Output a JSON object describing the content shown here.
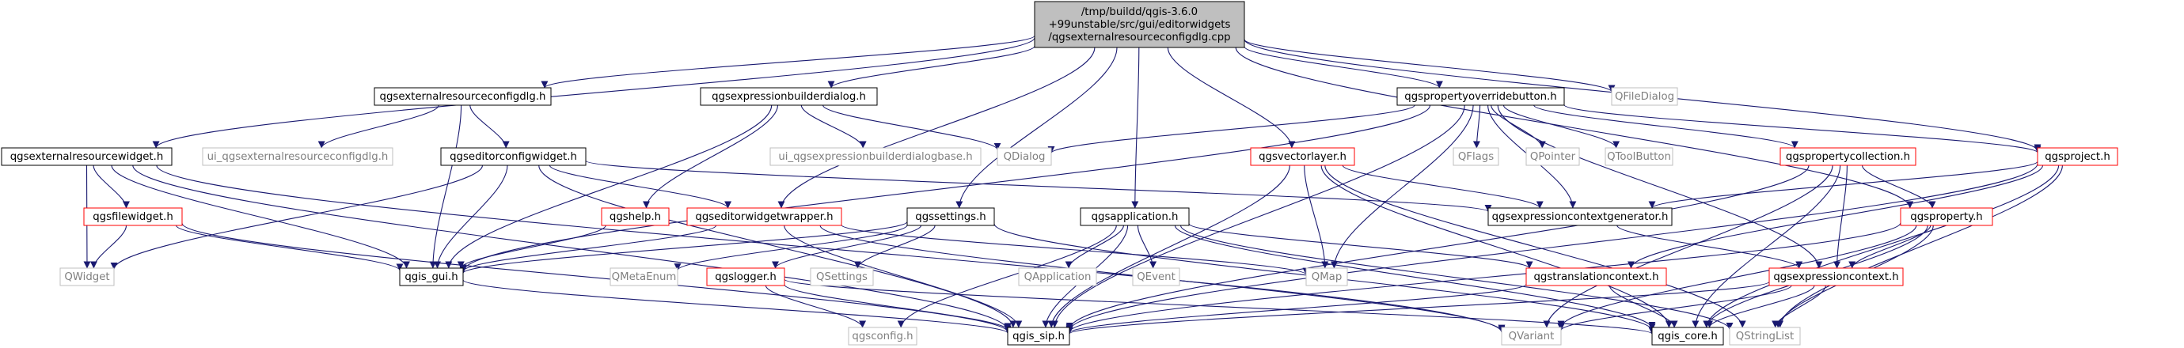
{
  "graph": {
    "colors": {
      "edge": "#191970",
      "node_default_border": "#000000",
      "node_external_border": "#bfbfbf",
      "node_missing_border": "#ff0000",
      "node_root_fill": "#bfbfbf",
      "node_fill": "#ffffff",
      "text_default": "#000000",
      "text_external": "#7f7f7f"
    },
    "nodes": [
      {
        "id": "root",
        "lines": [
          "/tmp/buildd/qgis-3.6.0",
          "+99unstable/src/gui/editorwidgets",
          "/qgsexternalresourceconfigdlg.cpp"
        ],
        "style": "root"
      },
      {
        "id": "ercd_h",
        "lines": [
          "qgsexternalresourceconfigdlg.h"
        ],
        "style": "default"
      },
      {
        "id": "ebd_h",
        "lines": [
          "qgsexpressionbuilderdialog.h"
        ],
        "style": "default"
      },
      {
        "id": "pob_h",
        "lines": [
          "qgspropertyoverridebutton.h"
        ],
        "style": "default"
      },
      {
        "id": "qfiledialog",
        "lines": [
          "QFileDialog"
        ],
        "style": "external"
      },
      {
        "id": "erw_h",
        "lines": [
          "qgsexternalresourcewidget.h"
        ],
        "style": "default"
      },
      {
        "id": "ui_ercd",
        "lines": [
          "ui_qgsexternalresourceconfigdlg.h"
        ],
        "style": "external"
      },
      {
        "id": "ecw_h",
        "lines": [
          "qgseditorconfigwidget.h"
        ],
        "style": "default"
      },
      {
        "id": "ui_ebd",
        "lines": [
          "ui_qgsexpressionbuilderdialogbase.h"
        ],
        "style": "external"
      },
      {
        "id": "qdialog",
        "lines": [
          "QDialog"
        ],
        "style": "external"
      },
      {
        "id": "qflags",
        "lines": [
          "QFlags"
        ],
        "style": "external"
      },
      {
        "id": "qpointer",
        "lines": [
          "QPointer"
        ],
        "style": "external"
      },
      {
        "id": "qtoolbutton",
        "lines": [
          "QToolButton"
        ],
        "style": "external"
      },
      {
        "id": "qgsvectorlayer",
        "lines": [
          "qgsvectorlayer.h"
        ],
        "style": "missing"
      },
      {
        "id": "propcoll",
        "lines": [
          "qgspropertycollection.h"
        ],
        "style": "missing"
      },
      {
        "id": "qgsproject",
        "lines": [
          "qgsproject.h"
        ],
        "style": "missing"
      },
      {
        "id": "filewidget",
        "lines": [
          "qgsfilewidget.h"
        ],
        "style": "missing"
      },
      {
        "id": "qgshelp",
        "lines": [
          "qgshelp.h"
        ],
        "style": "missing"
      },
      {
        "id": "ewrapper",
        "lines": [
          "qgseditorwidgetwrapper.h"
        ],
        "style": "missing"
      },
      {
        "id": "qgssettings",
        "lines": [
          "qgssettings.h"
        ],
        "style": "default"
      },
      {
        "id": "qgsapplication",
        "lines": [
          "qgsapplication.h"
        ],
        "style": "default"
      },
      {
        "id": "ecgen",
        "lines": [
          "qgsexpressioncontextgenerator.h"
        ],
        "style": "default"
      },
      {
        "id": "qgsproperty",
        "lines": [
          "qgsproperty.h"
        ],
        "style": "missing"
      },
      {
        "id": "qwidget",
        "lines": [
          "QWidget"
        ],
        "style": "external"
      },
      {
        "id": "qgis_gui",
        "lines": [
          "qgis_gui.h"
        ],
        "style": "default"
      },
      {
        "id": "qmetaenum",
        "lines": [
          "QMetaEnum"
        ],
        "style": "external"
      },
      {
        "id": "qgslogger",
        "lines": [
          "qgslogger.h"
        ],
        "style": "missing"
      },
      {
        "id": "qsettings",
        "lines": [
          "QSettings"
        ],
        "style": "external"
      },
      {
        "id": "qmap",
        "lines": [
          "QMap"
        ],
        "style": "external"
      },
      {
        "id": "qapplication",
        "lines": [
          "QApplication"
        ],
        "style": "external"
      },
      {
        "id": "qevent",
        "lines": [
          "QEvent"
        ],
        "style": "external"
      },
      {
        "id": "transctx",
        "lines": [
          "qgstranslationcontext.h"
        ],
        "style": "missing"
      },
      {
        "id": "exprctx",
        "lines": [
          "qgsexpressioncontext.h"
        ],
        "style": "missing"
      },
      {
        "id": "qgsconfig",
        "lines": [
          "qgsconfig.h"
        ],
        "style": "external"
      },
      {
        "id": "qgis_sip",
        "lines": [
          "qgis_sip.h"
        ],
        "style": "default"
      },
      {
        "id": "qvariant",
        "lines": [
          "QVariant"
        ],
        "style": "external"
      },
      {
        "id": "qgis_core",
        "lines": [
          "qgis_core.h"
        ],
        "style": "default"
      },
      {
        "id": "qstringlist",
        "lines": [
          "QStringList"
        ],
        "style": "external"
      }
    ],
    "edges": [
      [
        "root",
        "ercd_h"
      ],
      [
        "root",
        "ebd_h"
      ],
      [
        "root",
        "pob_h"
      ],
      [
        "root",
        "qfiledialog"
      ],
      [
        "root",
        "erw_h"
      ],
      [
        "root",
        "ewrapper"
      ],
      [
        "root",
        "qgssettings"
      ],
      [
        "root",
        "qgsapplication"
      ],
      [
        "root",
        "qgsvectorlayer"
      ],
      [
        "root",
        "qgsproject"
      ],
      [
        "root",
        "qgsproperty"
      ],
      [
        "ercd_h",
        "ui_ercd"
      ],
      [
        "ercd_h",
        "ecw_h"
      ],
      [
        "ercd_h",
        "qgis_gui"
      ],
      [
        "ebd_h",
        "ui_ebd"
      ],
      [
        "ebd_h",
        "qdialog"
      ],
      [
        "ebd_h",
        "qgshelp"
      ],
      [
        "ebd_h",
        "qgis_gui"
      ],
      [
        "pob_h",
        "qdialog"
      ],
      [
        "pob_h",
        "qflags"
      ],
      [
        "pob_h",
        "qpointer"
      ],
      [
        "pob_h",
        "qtoolbutton"
      ],
      [
        "pob_h",
        "propcoll"
      ],
      [
        "pob_h",
        "qgsproject"
      ],
      [
        "pob_h",
        "ecgen"
      ],
      [
        "pob_h",
        "exprctx"
      ],
      [
        "pob_h",
        "qmap"
      ],
      [
        "pob_h",
        "qgis_gui"
      ],
      [
        "pob_h",
        "qgis_sip"
      ],
      [
        "erw_h",
        "filewidget"
      ],
      [
        "erw_h",
        "qwidget"
      ],
      [
        "erw_h",
        "qgis_gui"
      ],
      [
        "erw_h",
        "qgis_sip"
      ],
      [
        "erw_h",
        "qvariant"
      ],
      [
        "ecw_h",
        "ewrapper"
      ],
      [
        "ecw_h",
        "qwidget"
      ],
      [
        "ecw_h",
        "qgis_gui"
      ],
      [
        "ecw_h",
        "qgis_sip"
      ],
      [
        "ecw_h",
        "ecgen"
      ],
      [
        "filewidget",
        "qwidget"
      ],
      [
        "filewidget",
        "qgis_gui"
      ],
      [
        "filewidget",
        "qgis_sip"
      ],
      [
        "qgshelp",
        "qgis_gui"
      ],
      [
        "ewrapper",
        "qgis_gui"
      ],
      [
        "ewrapper",
        "qgis_sip"
      ],
      [
        "ewrapper",
        "qmap"
      ],
      [
        "ewrapper",
        "qvariant"
      ],
      [
        "qgssettings",
        "qgis_gui"
      ],
      [
        "qgssettings",
        "qmetaenum"
      ],
      [
        "qgssettings",
        "qgslogger"
      ],
      [
        "qgssettings",
        "qsettings"
      ],
      [
        "qgssettings",
        "qgis_core"
      ],
      [
        "qgsapplication",
        "qgsconfig"
      ],
      [
        "qgsapplication",
        "qapplication"
      ],
      [
        "qgsapplication",
        "qevent"
      ],
      [
        "qgsapplication",
        "transctx"
      ],
      [
        "qgsapplication",
        "qgis_core"
      ],
      [
        "qgsapplication",
        "qgis_sip"
      ],
      [
        "qgsapplication",
        "qstringlist"
      ],
      [
        "qgsvectorlayer",
        "ecgen"
      ],
      [
        "qgsvectorlayer",
        "qmap"
      ],
      [
        "qgsvectorlayer",
        "qgis_sip"
      ],
      [
        "qgsvectorlayer",
        "qgis_core"
      ],
      [
        "qgsvectorlayer",
        "qstringlist"
      ],
      [
        "propcoll",
        "qgsproperty"
      ],
      [
        "propcoll",
        "exprctx"
      ],
      [
        "propcoll",
        "qgis_core"
      ],
      [
        "propcoll",
        "qgis_sip"
      ],
      [
        "propcoll",
        "qvariant"
      ],
      [
        "qgsproject",
        "ecgen"
      ],
      [
        "qgsproject",
        "transctx"
      ],
      [
        "qgsproject",
        "qgis_core"
      ],
      [
        "qgsproject",
        "qgis_sip"
      ],
      [
        "qgsproject",
        "qstringlist"
      ],
      [
        "qgsproperty",
        "exprctx"
      ],
      [
        "qgsproperty",
        "qgis_core"
      ],
      [
        "qgsproperty",
        "qgis_sip"
      ],
      [
        "qgsproperty",
        "qvariant"
      ],
      [
        "qgsproperty",
        "qstringlist"
      ],
      [
        "ecgen",
        "exprctx"
      ],
      [
        "qgslogger",
        "qgsconfig"
      ],
      [
        "qgslogger",
        "qgis_core"
      ],
      [
        "qgslogger",
        "qgis_sip"
      ],
      [
        "transctx",
        "qgis_core"
      ],
      [
        "transctx",
        "qgis_sip"
      ],
      [
        "exprctx",
        "qgis_core"
      ],
      [
        "exprctx",
        "qgis_sip"
      ],
      [
        "exprctx",
        "qvariant"
      ],
      [
        "exprctx",
        "qstringlist"
      ],
      [
        "qgis_gui",
        "qgis_sip"
      ]
    ]
  }
}
